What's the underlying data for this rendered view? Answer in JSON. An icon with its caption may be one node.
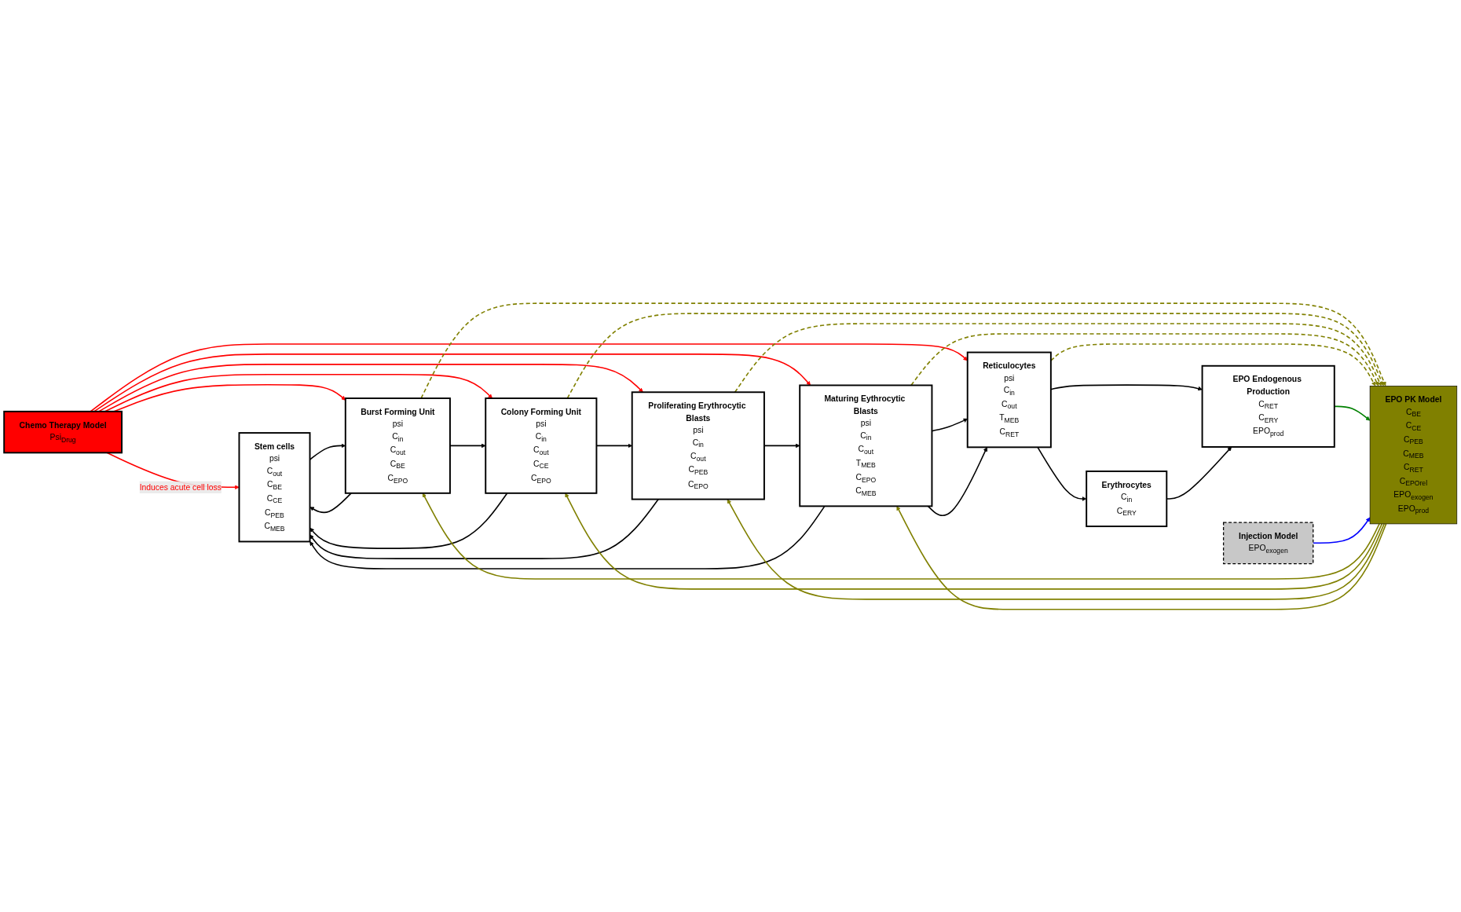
{
  "diagram": {
    "nodes": [
      {
        "text": [
          "Chemo Therapy Model",
          "Psi$_{Drug}$"
        ]
      },
      {
        "text": [
          "Stem cells",
          "psi",
          "C$_{out}$",
          "C$_{BE}$",
          "C$_{CE}$",
          "C$_{PEB}$",
          "C$_{MEB}$"
        ]
      },
      {
        "text": [
          "Burst Forming Unit",
          "psi",
          "C$_{in}$",
          "C$_{out}$",
          "C$_{BE}$",
          "C$_{EPO}$"
        ]
      },
      {
        "text": [
          "Colony Forming Unit",
          "psi",
          "C$_{in}$",
          "C$_{out}$",
          "C$_{CE}$",
          "C$_{EPO}$"
        ]
      },
      {
        "text": [
          "Proliferating Erythrocytic Blasts",
          "psi",
          "C$_{in}$",
          "C$_{out}$",
          "C$_{PEB}$",
          "C$_{EPO}$"
        ]
      },
      {
        "text": [
          "Maturing Eythrocytic Blasts",
          "psi",
          "C$_{in}$",
          "C$_{out}$",
          "T$_{MEB}$",
          "C$_{EPO}$",
          "C$_{MEB}$"
        ]
      },
      {
        "text": [
          "Reticulocytes",
          "psi",
          "C$_{in}$",
          "C$_{out}$",
          "T$_{MEB}$",
          "C$_{RET}$"
        ]
      },
      {
        "text": [
          "Erythrocytes",
          "C$_{in}$",
          "C$_{ERY}$"
        ]
      },
      {
        "text": [
          "EPO PK Model",
          "C$_{BE}$",
          "C$_{CE}$",
          "C$_{PEB}$",
          "C$_{MEB}$",
          "C$_{RET}$",
          "C$_{EPO}$$_{rel}$",
          "EPO$_{exogen}$",
          "EPO$_{prod}$"
        ]
      },
      {
        "text": [
          "EPO Endogenous Production",
          "C$_{RET}$",
          "C$_{ERY}$",
          "EPO$_{prod}$"
        ]
      },
      {
        "text": [
          "Injection Model",
          "EPO$_{exogen}$"
        ]
      }
    ],
    "edges": [
      {
        "from": 0,
        "to": 1,
        "arrow": "to",
        "label": "Induces acute cell loss",
        "color": "#ff0000"
      },
      {
        "from": 0,
        "to": 2,
        "arrow": "to",
        "color": "#ff0000"
      },
      {
        "from": 0,
        "to": 3,
        "arrow": "to",
        "color": "#ff0000"
      },
      {
        "from": 0,
        "to": 4,
        "arrow": "to",
        "color": "#ff0000"
      },
      {
        "from": 0,
        "to": 5,
        "arrow": "to",
        "color": "#ff0000"
      },
      {
        "from": 0,
        "to": 6,
        "arrow": "to",
        "color": "#ff0000"
      },
      {
        "from": 1,
        "to": 2,
        "arrow": "to"
      },
      {
        "from": 2,
        "to": 3,
        "arrow": "to"
      },
      {
        "from": 3,
        "to": 4,
        "arrow": "to"
      },
      {
        "from": 4,
        "to": 5,
        "arrow": "to"
      },
      {
        "from": 5,
        "to": 6,
        "arrow": "to"
      },
      {
        "from": 5,
        "to": 6,
        "arrow": "to"
      },
      {
        "from": 6,
        "to": 7,
        "arrow": "to"
      },
      {
        "from": 2,
        "to": 1,
        "arrow": "to"
      },
      {
        "from": 3,
        "to": 1,
        "arrow": "to"
      },
      {
        "from": 4,
        "to": 1,
        "arrow": "to"
      },
      {
        "from": 5,
        "to": 1,
        "arrow": "to"
      },
      {
        "from": 8,
        "to": 2,
        "arrow": "to",
        "color": "#808000"
      },
      {
        "from": 8,
        "to": 3,
        "arrow": "to",
        "color": "#808000"
      },
      {
        "from": 8,
        "to": 4,
        "arrow": "to",
        "color": "#808000"
      },
      {
        "from": 8,
        "to": 5,
        "arrow": "to",
        "color": "#808000"
      },
      {
        "from": 2,
        "to": 8,
        "arrow": "to",
        "style": "dashed",
        "color": "#808000"
      },
      {
        "from": 3,
        "to": 8,
        "arrow": "to",
        "style": "dashed",
        "color": "#808000"
      },
      {
        "from": 4,
        "to": 8,
        "arrow": "to",
        "style": "dashed",
        "color": "#808000"
      },
      {
        "from": 5,
        "to": 8,
        "arrow": "to",
        "style": "dashed",
        "color": "#808000"
      },
      {
        "from": 6,
        "to": 8,
        "arrow": "to",
        "style": "dashed",
        "color": "#808000"
      },
      {
        "from": 6,
        "to": 9,
        "arrow": "to"
      },
      {
        "from": 7,
        "to": 9,
        "arrow": "to"
      },
      {
        "from": 9,
        "to": 8,
        "arrow": "to",
        "color": "#008000"
      },
      {
        "from": 10,
        "to": 8,
        "arrow": "to",
        "color": "#0000ff"
      }
    ]
  }
}
